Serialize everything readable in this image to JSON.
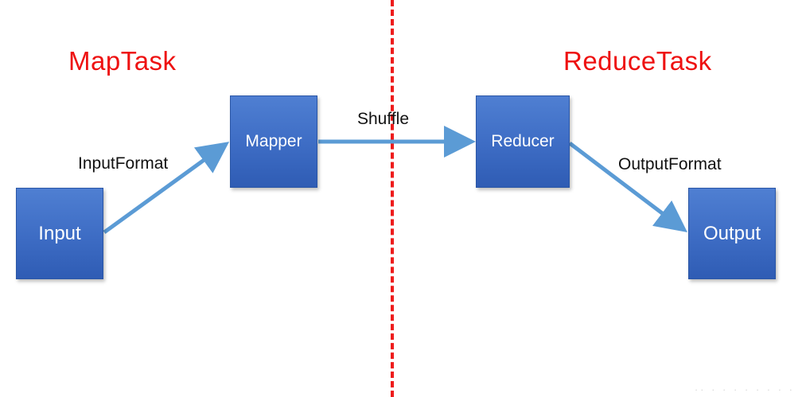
{
  "phases": {
    "map_title": "MapTask",
    "reduce_title": "ReduceTask"
  },
  "nodes": {
    "input": "Input",
    "mapper": "Mapper",
    "reducer": "Reducer",
    "output": "Output"
  },
  "edges": {
    "input_to_mapper": "InputFormat",
    "mapper_to_reducer": "Shuffle",
    "reducer_to_output": "OutputFormat"
  },
  "colors": {
    "phase_title": "#ee1111",
    "divider": "#ee1c1c",
    "node_fill": "#3d6cc4",
    "arrow": "#5b9bd5"
  },
  "watermark": "·· · · · · · · · ·"
}
